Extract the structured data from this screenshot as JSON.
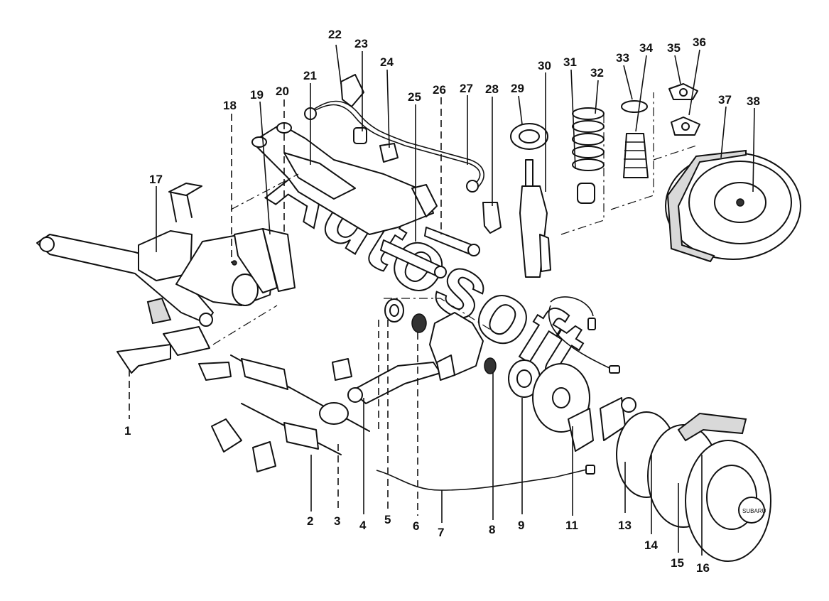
{
  "watermark": "Autosoft",
  "hub_badge": "SUBARU",
  "callouts": [
    {
      "id": "p1",
      "label": "1"
    },
    {
      "id": "p2",
      "label": "2"
    },
    {
      "id": "p3",
      "label": "3"
    },
    {
      "id": "p4",
      "label": "4"
    },
    {
      "id": "p5",
      "label": "5"
    },
    {
      "id": "p6",
      "label": "6"
    },
    {
      "id": "p7",
      "label": "7"
    },
    {
      "id": "p8",
      "label": "8"
    },
    {
      "id": "p9",
      "label": "9"
    },
    {
      "id": "p11",
      "label": "11"
    },
    {
      "id": "p13",
      "label": "13"
    },
    {
      "id": "p14",
      "label": "14"
    },
    {
      "id": "p15",
      "label": "15"
    },
    {
      "id": "p16",
      "label": "16"
    },
    {
      "id": "p17",
      "label": "17"
    },
    {
      "id": "p18",
      "label": "18"
    },
    {
      "id": "p19",
      "label": "19"
    },
    {
      "id": "p20",
      "label": "20"
    },
    {
      "id": "p21",
      "label": "21"
    },
    {
      "id": "p22",
      "label": "22"
    },
    {
      "id": "p23",
      "label": "23"
    },
    {
      "id": "p24",
      "label": "24"
    },
    {
      "id": "p25",
      "label": "25"
    },
    {
      "id": "p26",
      "label": "26"
    },
    {
      "id": "p27",
      "label": "27"
    },
    {
      "id": "p28",
      "label": "28"
    },
    {
      "id": "p29",
      "label": "29"
    },
    {
      "id": "p30",
      "label": "30"
    },
    {
      "id": "p31",
      "label": "31"
    },
    {
      "id": "p32",
      "label": "32"
    },
    {
      "id": "p33",
      "label": "33"
    },
    {
      "id": "p34",
      "label": "34"
    },
    {
      "id": "p35",
      "label": "35"
    },
    {
      "id": "p36",
      "label": "36"
    },
    {
      "id": "p37",
      "label": "37"
    },
    {
      "id": "p38",
      "label": "38"
    }
  ]
}
